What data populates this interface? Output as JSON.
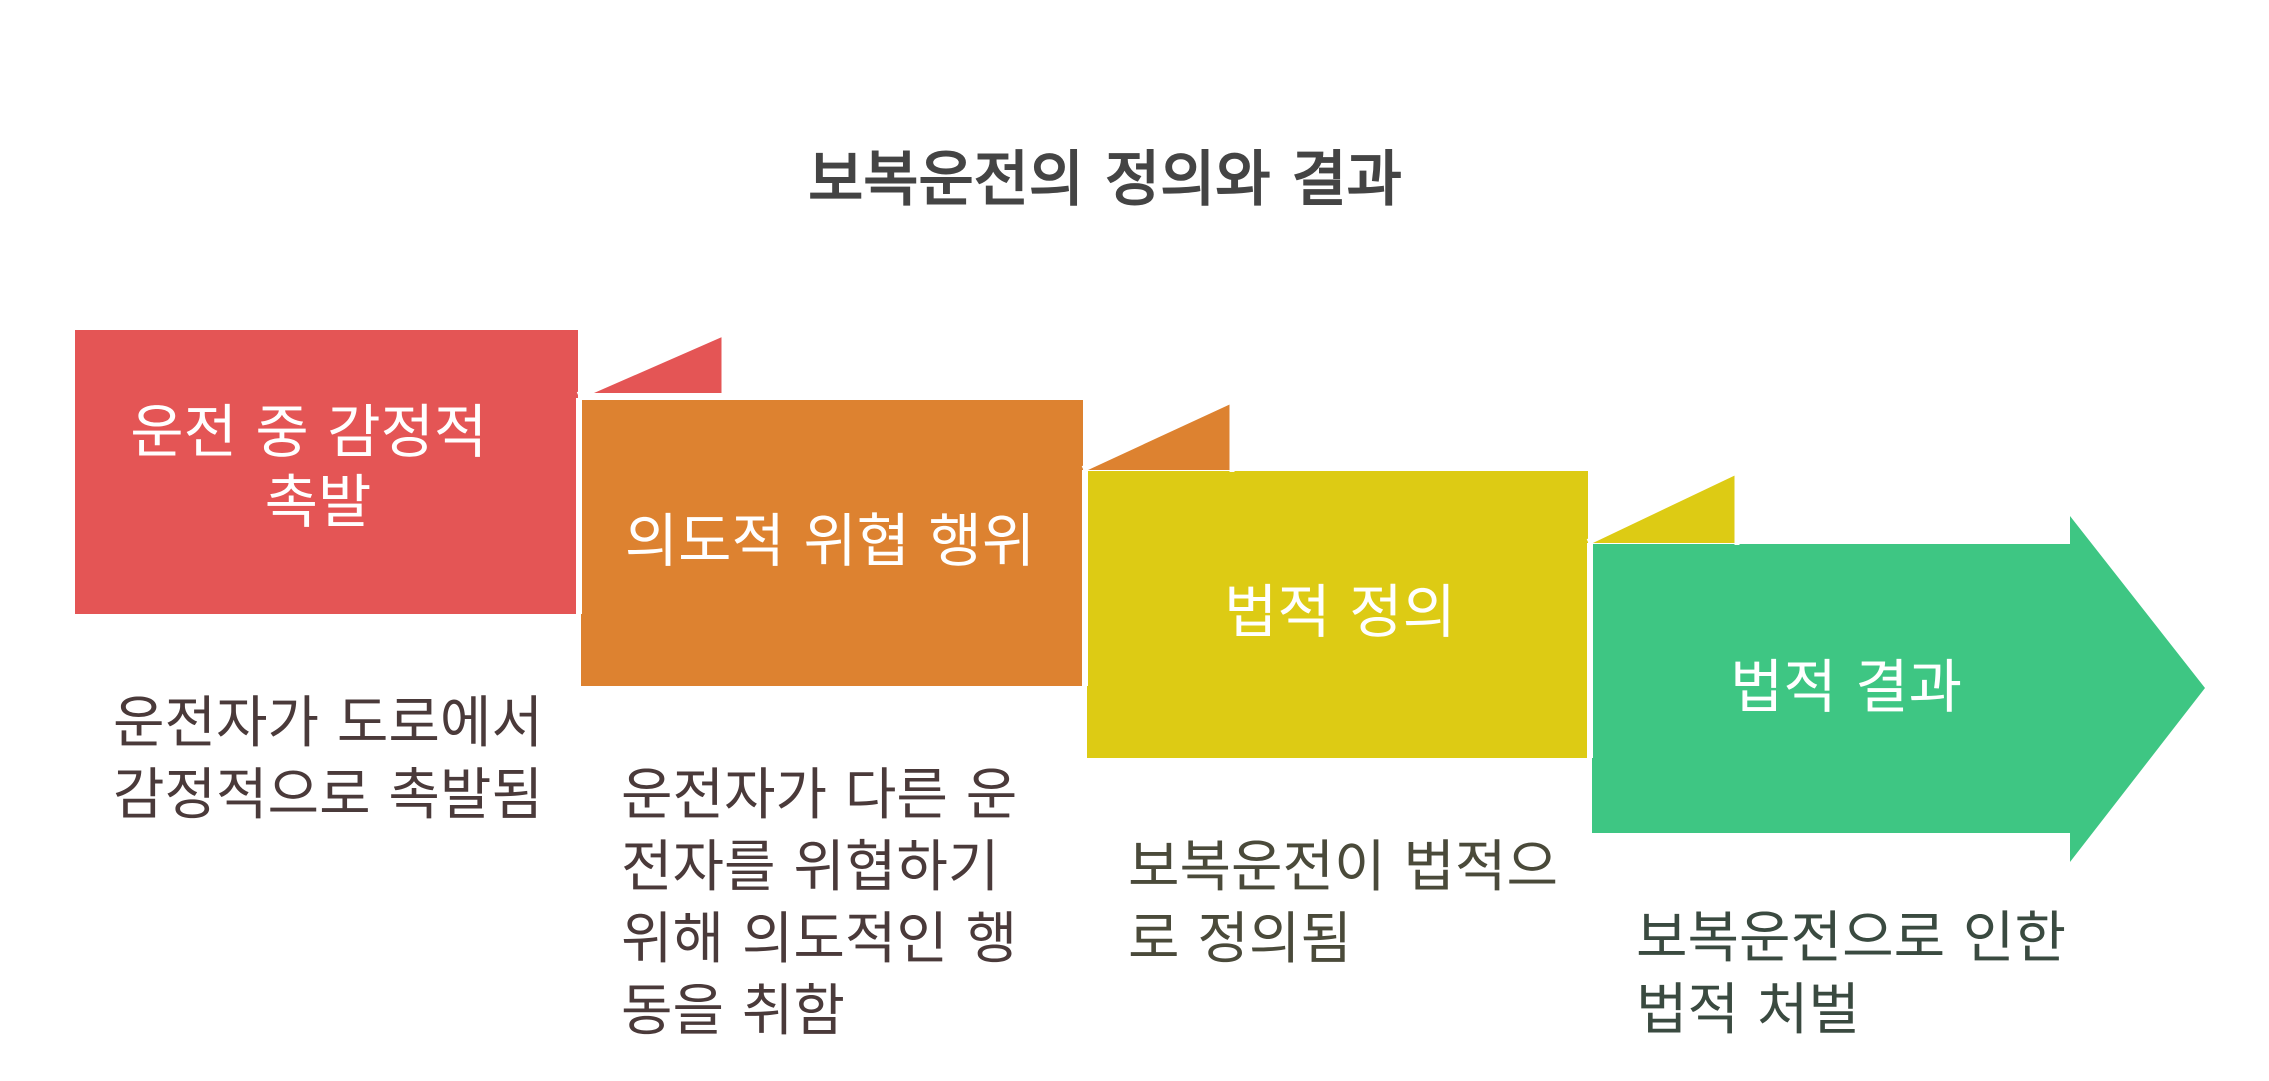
{
  "title": "보복운전의 정의와 결과",
  "steps": [
    {
      "label_lines": [
        "운전 중 감정적",
        "촉발"
      ],
      "description": "운전자가 도로에서 감정적으로 촉발됨",
      "color": "#E45555",
      "text_color": "#4A3A3A"
    },
    {
      "label_lines": [
        "의도적 위협 행위"
      ],
      "description": "운전자가 다른 운전자를 위협하기 위해 의도적인 행동을 취함",
      "color": "#DD8230",
      "text_color": "#4A3A3A"
    },
    {
      "label_lines": [
        "법적 정의"
      ],
      "description": "보복운전이 법적으로 정의됨",
      "color": "#DDCB14",
      "text_color": "#4A4A3A"
    },
    {
      "label_lines": [
        "법적 결과"
      ],
      "description": "보복운전으로 인한 법적 처벌",
      "color": "#3EC683",
      "text_color": "#3A4A40"
    }
  ]
}
